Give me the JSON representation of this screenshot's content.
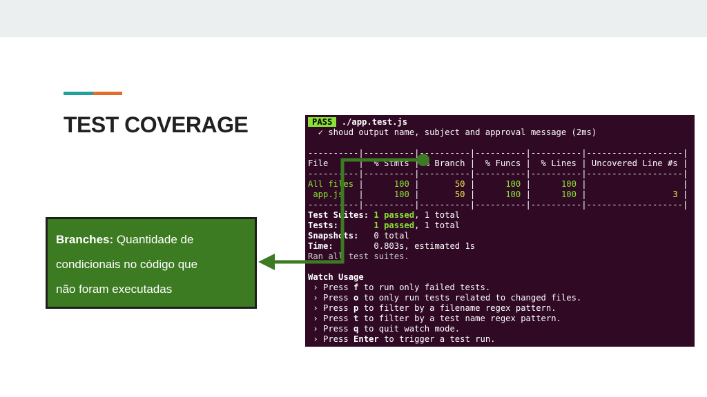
{
  "slide": {
    "title": "TEST COVERAGE",
    "callout_term": "Branches:",
    "callout_rest": " Quantidade de",
    "callout_line2": "condicionais no código que",
    "callout_line3": "não foram executadas"
  },
  "terminal": {
    "pass_badge": "PASS",
    "test_file": " ./app.test.js",
    "test_case": "  ✓ shoud output name, subject and approval message (2ms)",
    "separator": "----------|----------|----------|----------|----------|-------------------|",
    "header_row": "File      |  % Stmts | % Branch |  % Funcs |  % Lines | Uncovered Line #s |",
    "rows": [
      {
        "name": "All files",
        "pad": " ",
        "stmts": "100",
        "branch": "50",
        "funcs": "100",
        "lines": "100",
        "uncovered": ""
      },
      {
        "name": " app.js",
        "pad": "   ",
        "stmts": "100",
        "branch": "50",
        "funcs": "100",
        "lines": "100",
        "uncovered": "3"
      }
    ],
    "suites_label": "Test Suites: ",
    "suites_passed": "1 passed",
    "suites_total": ", 1 total",
    "tests_label": "Tests:       ",
    "tests_passed": "1 passed",
    "tests_total": ", 1 total",
    "snapshots_label": "Snapshots:   ",
    "snapshots_value": "0 total",
    "time_label": "Time:        ",
    "time_value": "0.803s, estimated 1s",
    "ran_all": "Ran all test suites.",
    "watch_title": "Watch Usage",
    "watch_items": [
      {
        "before": " › Press ",
        "key": "f",
        "after": " to run only failed tests."
      },
      {
        "before": " › Press ",
        "key": "o",
        "after": " to only run tests related to changed files."
      },
      {
        "before": " › Press ",
        "key": "p",
        "after": " to filter by a filename regex pattern."
      },
      {
        "before": " › Press ",
        "key": "t",
        "after": " to filter by a test name regex pattern."
      },
      {
        "before": " › Press ",
        "key": "q",
        "after": " to quit watch mode."
      },
      {
        "before": " › Press ",
        "key": "Enter",
        "after": " to trigger a test run."
      }
    ]
  },
  "colors": {
    "terminal_bg": "#300a24",
    "pass_green": "#8ae234",
    "number_yellow": "#e9e24d",
    "callout_green": "#3c7b22",
    "connector_green": "#3c7b22",
    "accent_teal": "#21a0a0",
    "accent_orange": "#e36b2b"
  }
}
